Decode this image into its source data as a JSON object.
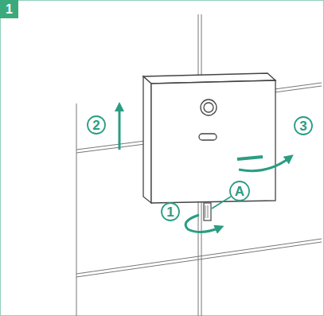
{
  "diagram": {
    "labels": [
      "1",
      "2",
      "3",
      "1",
      "A"
    ]
  }
}
